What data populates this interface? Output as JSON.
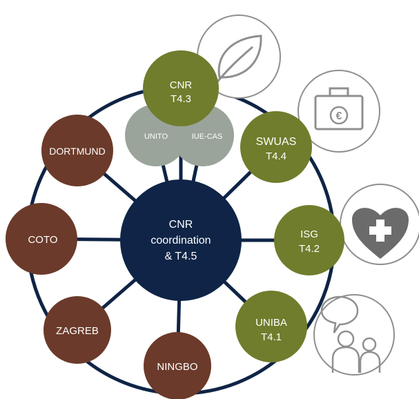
{
  "colors": {
    "navy": "#0f2446",
    "green": "#6f7d2c",
    "brown": "#6b3a2a",
    "grey": "#9aa49b",
    "icon_stroke": "#8f8f8f",
    "heart": "#6b6b6b"
  },
  "center": {
    "line1": "CNR",
    "line2": "coordination",
    "line3": "& T4.5"
  },
  "nodes": {
    "cnr": {
      "line1": "CNR",
      "line2": "T4.3"
    },
    "swuas": {
      "line1": "SWUAS",
      "line2": "T4.4"
    },
    "isg": {
      "line1": "ISG",
      "line2": "T4.2"
    },
    "uniba": {
      "line1": "UNIBA",
      "line2": "T4.1"
    },
    "ningbo": {
      "line1": "NINGBO"
    },
    "zagreb": {
      "line1": "ZAGREB"
    },
    "coto": {
      "line1": "COTO"
    },
    "dortmund": {
      "line1": "DORTMUND"
    },
    "unito": {
      "line1": "UNITO"
    },
    "iue_cas": {
      "line1": "IUE-CAS"
    }
  },
  "icons": {
    "leaf": "leaf-icon",
    "medical_case": "euro-case-icon",
    "heart_health": "heart-cross-icon",
    "people": "people-chat-icon"
  }
}
